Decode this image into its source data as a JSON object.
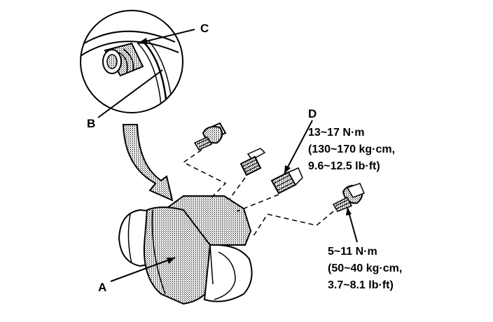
{
  "labels": {
    "a": "A",
    "b": "B",
    "c": "C",
    "d": "D"
  },
  "torque_bleeder": {
    "line1": "13~17 N·m",
    "line2": "(130~170 kg·cm,",
    "line3": "9.6~12.5 lb·ft)"
  },
  "torque_bolt": {
    "line1": "5~11 N·m",
    "line2": "(50~40 kg·cm,",
    "line3": "3.7~8.1 lb·ft)"
  },
  "colors": {
    "ink": "#000000",
    "paper": "#ffffff",
    "shade": "#9a9a9a"
  }
}
